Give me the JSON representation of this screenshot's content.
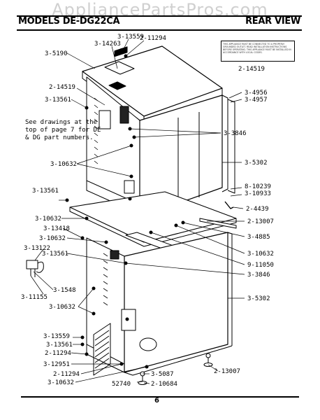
{
  "watermark": "AppliancePartsPros.com",
  "header": {
    "left": "MODELS DE-DG22CA",
    "right": "REAR VIEW"
  },
  "note": "See drawings at the top of page 7 for DE & DG part numbers.",
  "warning_text": "THIS APPLIANCE MUST BE CONNECTED TO A PROPERLY GROUNDED OUTLET. READ INSTALLATION INSTRUCTIONS BEFORE OPERATING. THIS APPLIANCE MUST BE INSTALLED IN ACCORDANCE WITH LOCAL CODES.",
  "page_number": "6",
  "labels": [
    {
      "id": "l1",
      "text": "3-13559"
    },
    {
      "id": "l2",
      "text": "2-11294"
    },
    {
      "id": "l3",
      "text": "3-14263"
    },
    {
      "id": "l4",
      "text": "3-5190"
    },
    {
      "id": "l5",
      "text": "2-14519"
    },
    {
      "id": "l6",
      "text": "2-14519"
    },
    {
      "id": "l7",
      "text": "3-4956"
    },
    {
      "id": "l8",
      "text": "3-4957"
    },
    {
      "id": "l9",
      "text": "3-13561"
    },
    {
      "id": "l10",
      "text": "3-3846"
    },
    {
      "id": "l11",
      "text": "3-10632"
    },
    {
      "id": "l12",
      "text": "3-5302"
    },
    {
      "id": "l13",
      "text": "8-10239"
    },
    {
      "id": "l14",
      "text": "3-10933"
    },
    {
      "id": "l15",
      "text": "3-13561"
    },
    {
      "id": "l16",
      "text": "2-4439"
    },
    {
      "id": "l17",
      "text": "3-10632"
    },
    {
      "id": "l18",
      "text": "2-13007"
    },
    {
      "id": "l19",
      "text": "3-13418"
    },
    {
      "id": "l20",
      "text": "3-4885"
    },
    {
      "id": "l21",
      "text": "3-10632"
    },
    {
      "id": "l22",
      "text": "3-13122"
    },
    {
      "id": "l23",
      "text": "3-13561"
    },
    {
      "id": "l24",
      "text": "3-10632"
    },
    {
      "id": "l25",
      "text": "9-11050"
    },
    {
      "id": "l26",
      "text": "3-3846"
    },
    {
      "id": "l27",
      "text": "3-1548"
    },
    {
      "id": "l28",
      "text": "3-11155"
    },
    {
      "id": "l29",
      "text": "3-10632"
    },
    {
      "id": "l30",
      "text": "3-5302"
    },
    {
      "id": "l31",
      "text": "3-13559"
    },
    {
      "id": "l32",
      "text": "3-13561"
    },
    {
      "id": "l33",
      "text": "2-11294"
    },
    {
      "id": "l34",
      "text": "3-12951"
    },
    {
      "id": "l35",
      "text": "2-11294"
    },
    {
      "id": "l36",
      "text": "3-10632"
    },
    {
      "id": "l37",
      "text": "3-5087"
    },
    {
      "id": "l38",
      "text": "52740"
    },
    {
      "id": "l39",
      "text": "2-10684"
    },
    {
      "id": "l40",
      "text": "2-13007"
    }
  ]
}
